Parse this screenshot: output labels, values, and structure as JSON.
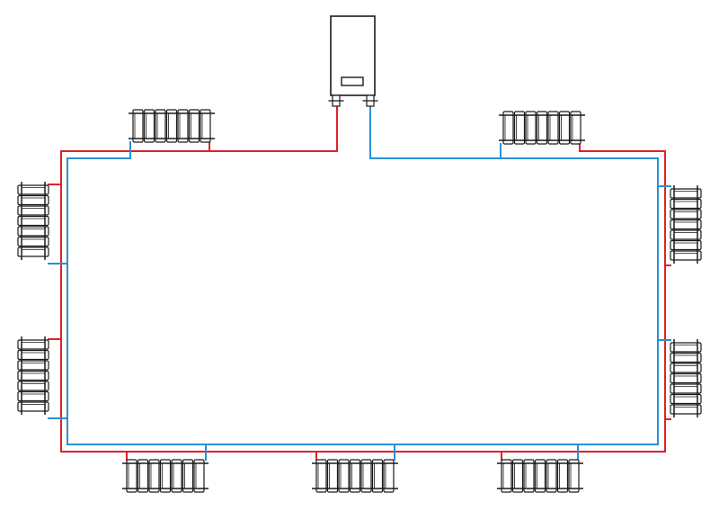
{
  "diagram": {
    "colors": {
      "supply": "#e0202a",
      "return": "#2b8fd6",
      "outline": "#1a1a1a",
      "background": "#ffffff"
    },
    "nodes": [
      {
        "id": "boiler",
        "kind": "boiler",
        "icon": "boiler-icon"
      },
      {
        "id": "radiator-top-left",
        "kind": "radiator",
        "orientation": "horizontal",
        "sections": 7
      },
      {
        "id": "radiator-top-right",
        "kind": "radiator",
        "orientation": "horizontal",
        "sections": 7
      },
      {
        "id": "radiator-left-upper",
        "kind": "radiator",
        "orientation": "vertical",
        "sections": 7
      },
      {
        "id": "radiator-left-lower",
        "kind": "radiator",
        "orientation": "vertical",
        "sections": 7
      },
      {
        "id": "radiator-right-upper",
        "kind": "radiator",
        "orientation": "vertical",
        "sections": 7
      },
      {
        "id": "radiator-right-lower",
        "kind": "radiator",
        "orientation": "vertical",
        "sections": 7
      },
      {
        "id": "radiator-bottom-left",
        "kind": "radiator",
        "orientation": "horizontal",
        "sections": 7
      },
      {
        "id": "radiator-bottom-middle",
        "kind": "radiator",
        "orientation": "horizontal",
        "sections": 7
      },
      {
        "id": "radiator-bottom-right",
        "kind": "radiator",
        "orientation": "horizontal",
        "sections": 7
      }
    ],
    "loops": [
      {
        "id": "supply-loop",
        "kind": "supply",
        "from": "boiler",
        "serves": "all-radiators"
      },
      {
        "id": "return-loop",
        "kind": "return",
        "to": "boiler",
        "serves": "all-radiators"
      }
    ]
  }
}
